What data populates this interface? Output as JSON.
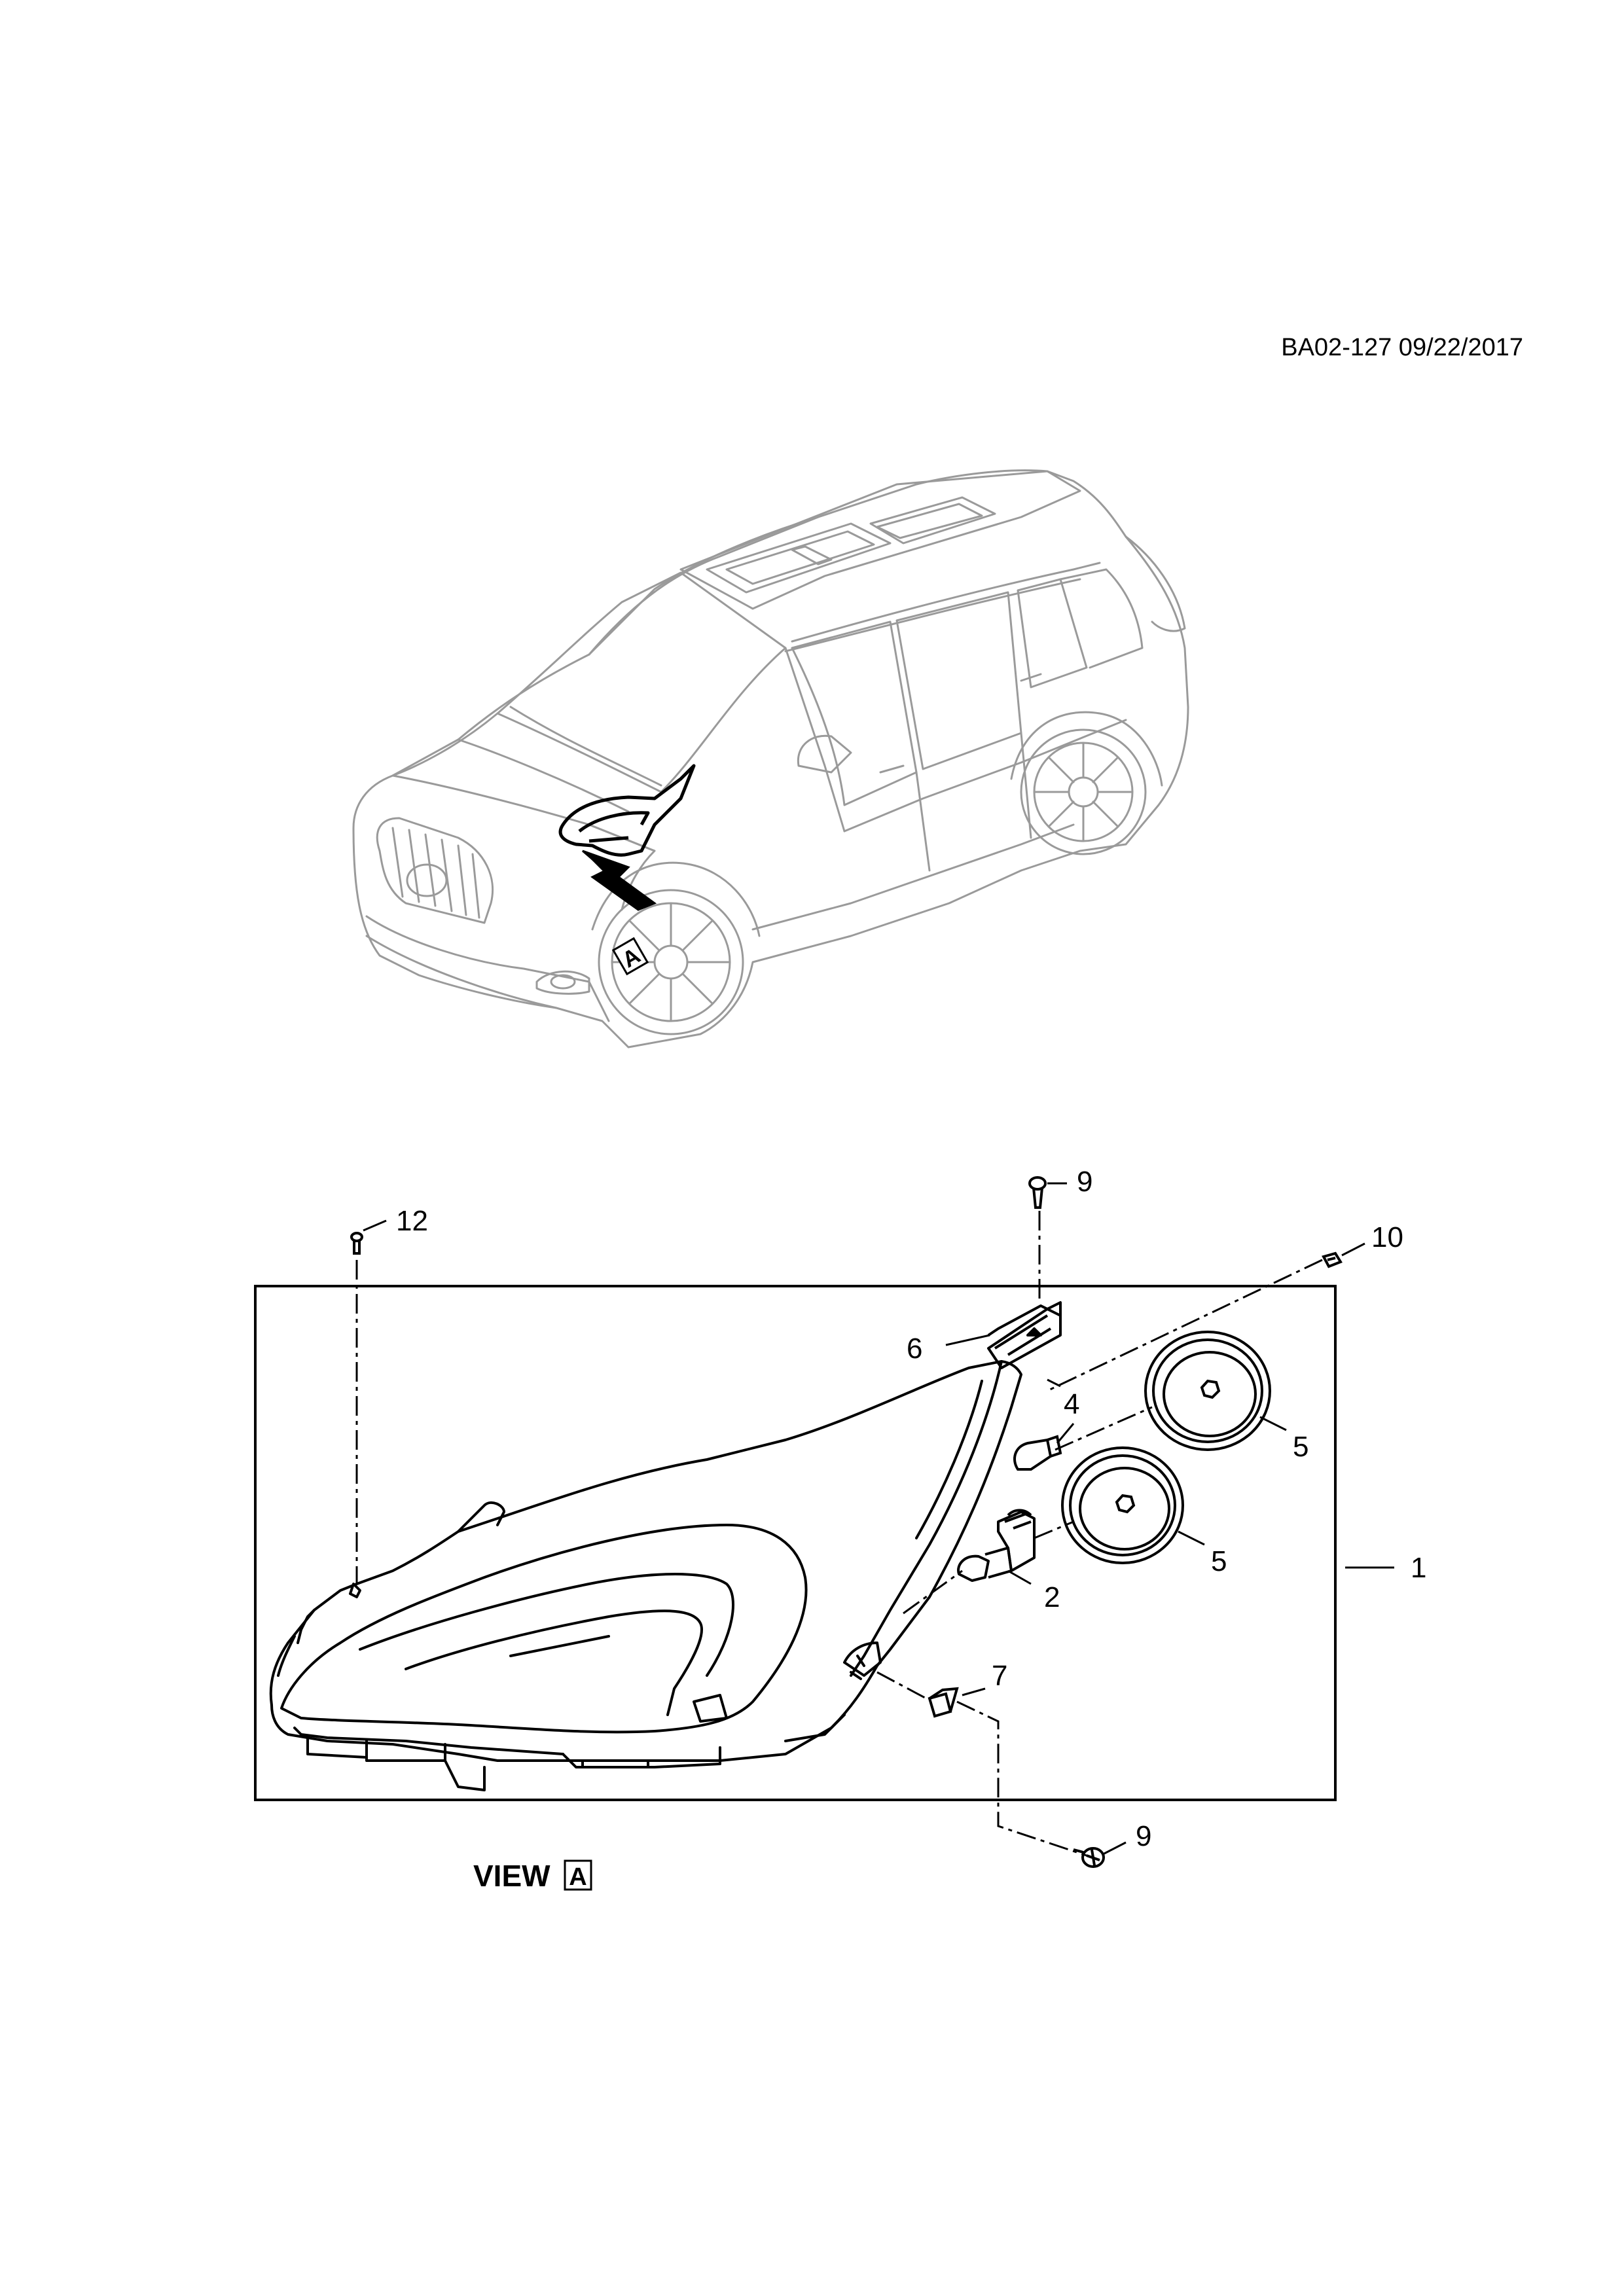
{
  "header": {
    "reference": "BA02-127 09/22/2017"
  },
  "overview": {
    "view_marker": "A"
  },
  "detail": {
    "view_label": "VIEW",
    "view_letter": "A",
    "callouts": {
      "c1": "1",
      "c2": "2",
      "c4": "4",
      "c5a": "5",
      "c5b": "5",
      "c6": "6",
      "c7": "7",
      "c9a": "9",
      "c9b": "9",
      "c10": "10",
      "c12": "12"
    }
  },
  "colors": {
    "line": "#000000",
    "vehicle_line": "#9a9a9a",
    "background": "#ffffff"
  }
}
